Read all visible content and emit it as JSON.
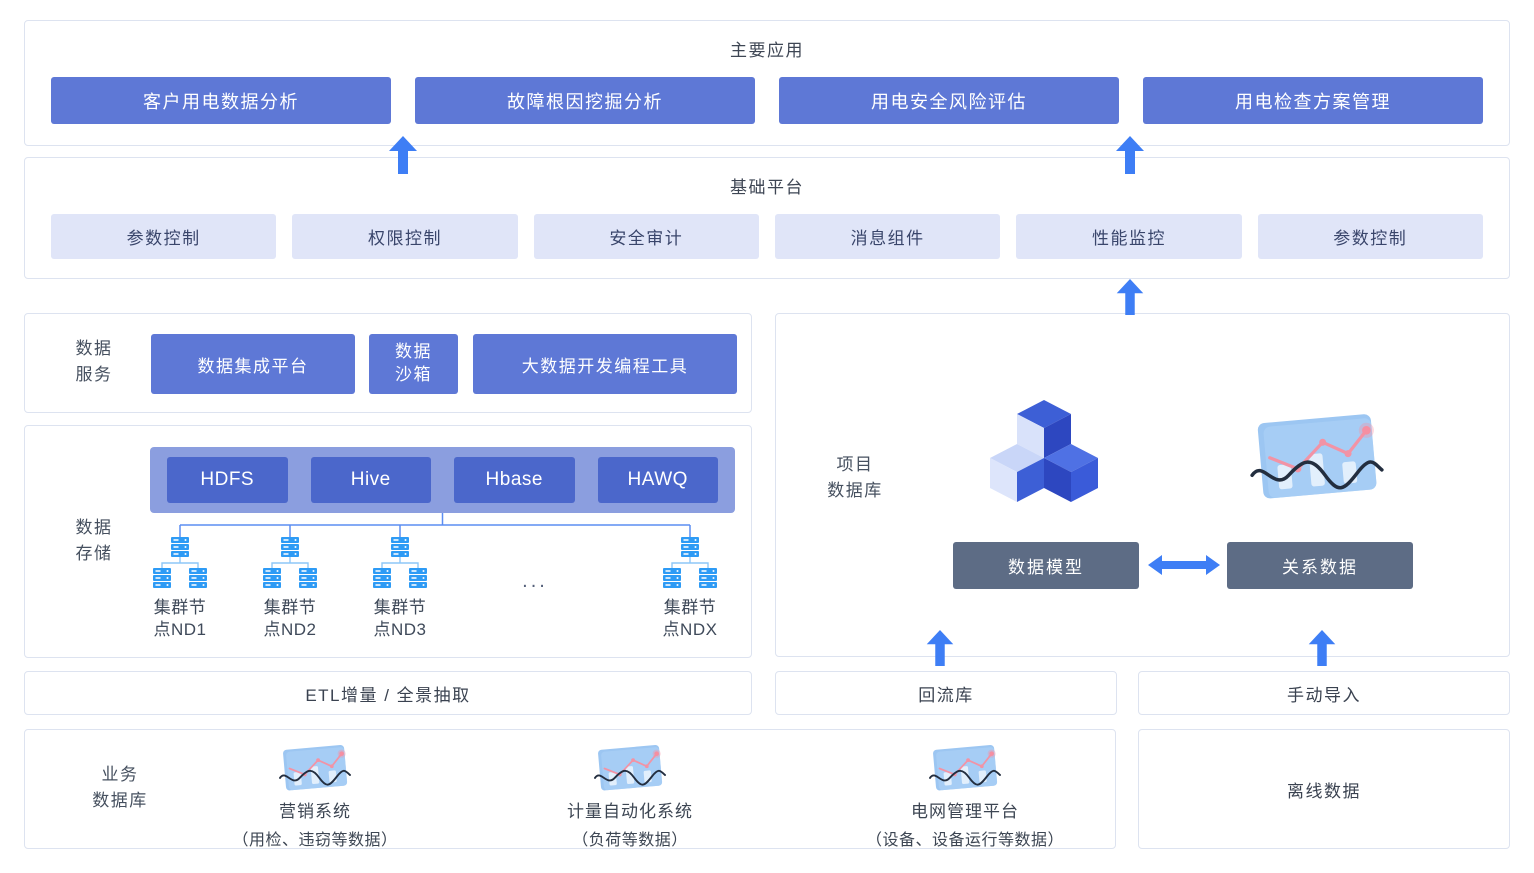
{
  "colors": {
    "primary_blue": "#5E78D6",
    "deep_blue": "#4B67CB",
    "periwinkle": "#8B9EDF",
    "light_lavender": "#E0E5F8",
    "slate_button": "#5D6C85",
    "arrow_blue": "#3E7EF5",
    "server_blue": "#2E9BF5",
    "box_border": "#DDE3F0"
  },
  "apps": {
    "title": "主要应用",
    "items": [
      "客户用电数据分析",
      "故障根因挖掘分析",
      "用电安全风险评估",
      "用电检查方案管理"
    ]
  },
  "platform": {
    "title": "基础平台",
    "items": [
      "参数控制",
      "权限控制",
      "安全审计",
      "消息组件",
      "性能监控",
      "参数控制"
    ]
  },
  "data_service": {
    "label": "数据\n服务",
    "integration": "数据集成平台",
    "sandbox": "数据\n沙箱",
    "dev_tool": "大数据开发编程工具"
  },
  "data_storage": {
    "label": "数据\n存储",
    "components": [
      "HDFS",
      "Hive",
      "Hbase",
      "HAWQ"
    ],
    "nodes": [
      "集群节\n点ND1",
      "集群节\n点ND2",
      "集群节\n点ND3",
      "集群节\n点NDX"
    ],
    "ellipsis": "..."
  },
  "project_db": {
    "label": "项目\n数据库",
    "model_button": "数据模型",
    "relation_button": "关系数据"
  },
  "etl": {
    "label": "ETL增量 / 全景抽取"
  },
  "backflow": {
    "label": "回流库"
  },
  "manual_import": {
    "label": "手动导入"
  },
  "business_db": {
    "label": "业务\n数据库",
    "systems": [
      {
        "name": "营销系统",
        "desc": "（用检、违窃等数据）"
      },
      {
        "name": "计量自动化系统",
        "desc": "（负荷等数据）"
      },
      {
        "name": "电网管理平台",
        "desc": "（设备、设备运行等数据）"
      }
    ]
  },
  "offline": {
    "label": "离线数据"
  }
}
